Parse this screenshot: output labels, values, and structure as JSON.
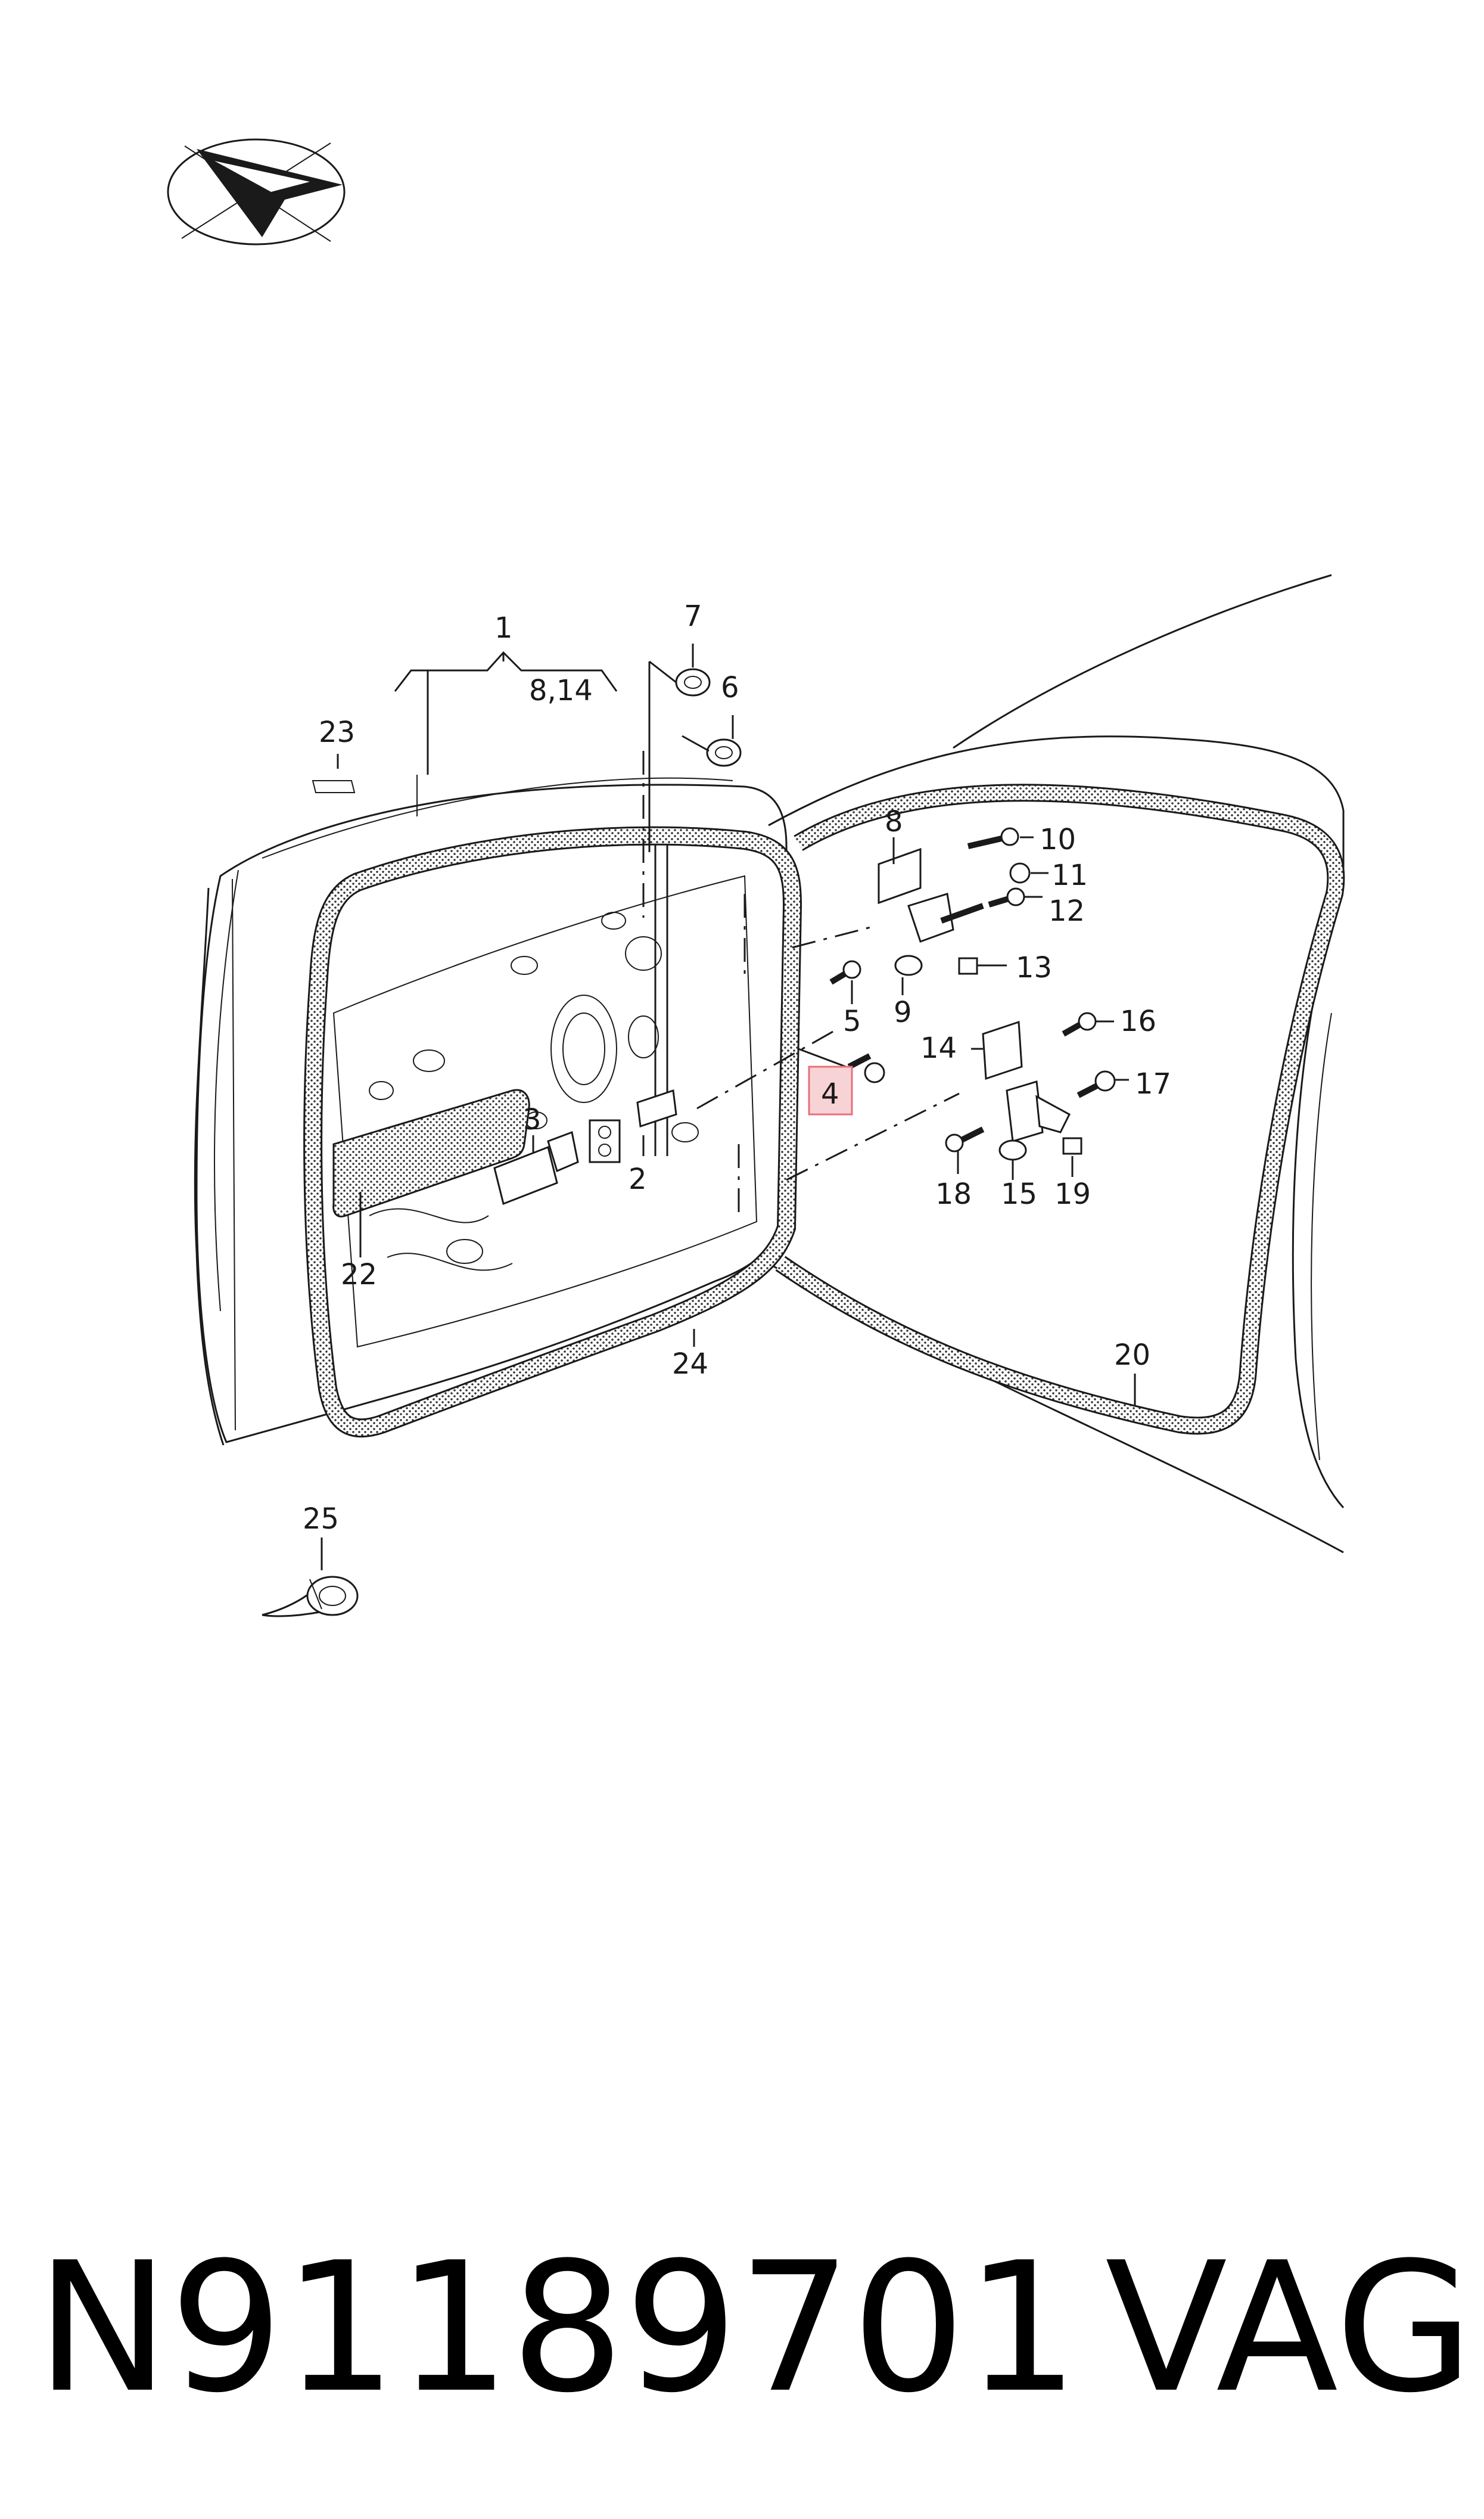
{
  "part_number": "N91189701",
  "brand": "VAG",
  "labels": {
    "l1": "1",
    "l8_14": "8,14",
    "l7": "7",
    "l6": "6",
    "l23": "23",
    "l8": "8",
    "l10": "10",
    "l11": "11",
    "l12": "12",
    "l13": "13",
    "l9": "9",
    "l5": "5",
    "l16": "16",
    "l14": "14",
    "l17": "17",
    "l4": "4",
    "l3": "3",
    "l2": "2",
    "l18": "18",
    "l15": "15",
    "l19": "19",
    "l22": "22",
    "l24": "24",
    "l20": "20",
    "l25": "25"
  },
  "highlighted_label": "4",
  "highlight_color": "#e8707a"
}
